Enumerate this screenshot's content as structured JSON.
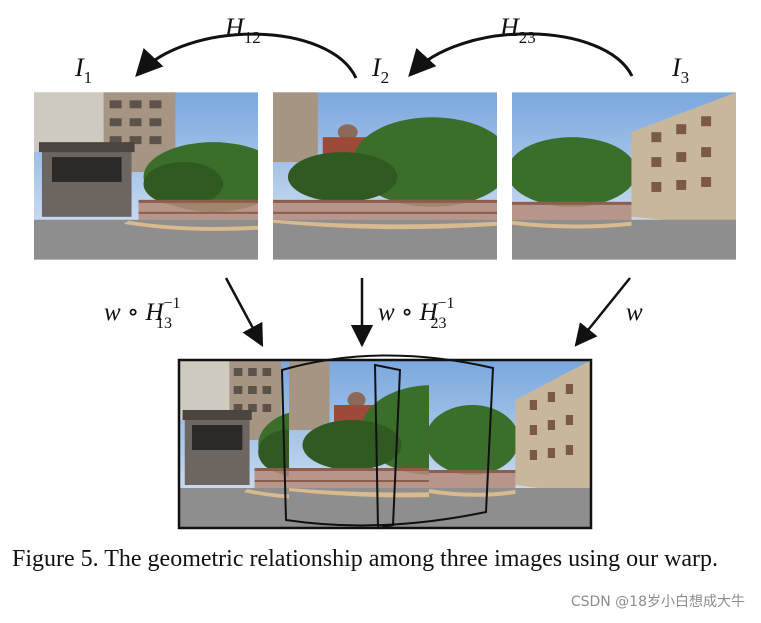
{
  "figure": {
    "image_labels": {
      "i1": "I",
      "i1_sub": "1",
      "i2": "I",
      "i2_sub": "2",
      "i3": "I",
      "i3_sub": "3"
    },
    "homographies": {
      "h12": "H",
      "h12_sub": "12",
      "h23": "H",
      "h23_sub": "23"
    },
    "warp_labels": {
      "left": {
        "w": "w",
        "op": "∘",
        "H": "H",
        "sub": "13",
        "sup": "−1"
      },
      "middle": {
        "w": "w",
        "op": "∘",
        "H": "H",
        "sub": "23",
        "sup": "−1"
      },
      "right": {
        "w": "w"
      }
    }
  },
  "caption": {
    "text": "Figure 5. The geometric relationship among three images using our warp."
  },
  "watermark": "CSDN @18岁小白想成大牛",
  "colors": {
    "sky": "#8fb8e6",
    "trees": "#3a6b2a",
    "road": "#8a8a8a",
    "railing": "#b07a68",
    "building": "#a89a88"
  }
}
